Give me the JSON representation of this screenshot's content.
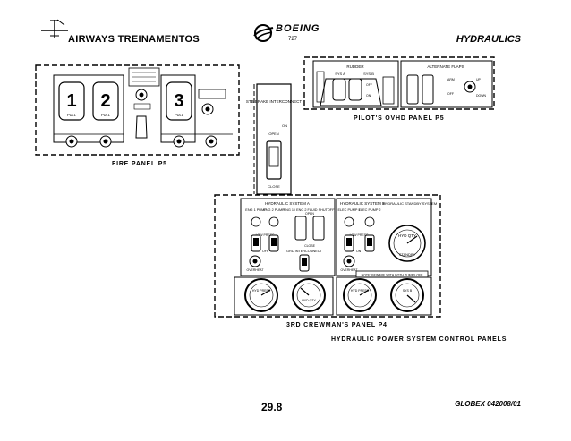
{
  "header": {
    "brand": "AIRWAYS TREINAMENTOS",
    "logo_word": "BOEING",
    "logo_model": "727",
    "section": "HYDRAULICS"
  },
  "diagram": {
    "fire_panel_caption": "FIRE PANEL P5",
    "pilots_panel_caption": "PILOT'S OVHD PANEL P5",
    "crewman_panel_caption": "3RD CREWMAN'S PANEL P4",
    "controls_caption": "HYDRAULIC POWER SYSTEM CONTROL PANELS",
    "fire_panel": {
      "handle_numbers": [
        "1",
        "2",
        "3"
      ],
      "small_labels": [
        "PULL",
        "PULL",
        "PULL"
      ]
    },
    "rudder": {
      "title": "RUDDER",
      "sys_a": "SYS A",
      "sys_b": "SYS B",
      "off": "OFF",
      "on": "ON"
    },
    "alternate_flaps": {
      "title": "ALTERNATE FLAPS",
      "arm": "ARM",
      "off": "OFF",
      "up": "UP",
      "down": "DOWN"
    },
    "brake": {
      "title": "STB BRAKE INTERCONNECT",
      "on": "ON",
      "open": "OPEN",
      "close": "CLOSE"
    },
    "p4": {
      "sys_a_title": "HYDRAULIC SYSTEM A",
      "eng1": "ENG 1 PUMP",
      "eng2": "ENG 2 PUMP",
      "eng_fluid": "ENG 1 / ENG 2 FLUID SHUTOFF",
      "open": "OPEN",
      "close": "CLOSE",
      "low_press": "LOW PRESS",
      "off": "OFF",
      "on": "ON",
      "gnd": "GRD INTERCONNECT",
      "overheat": "OVERHEAT",
      "sys_b_title": "HYDRAULIC SYSTEM B",
      "elec1": "ELEC PUMP 1",
      "elec2": "ELEC PUMP 2",
      "standby_title": "HYDRAULIC STANDBY SYSTEM",
      "hyd_qty": "HYD QTY",
      "standby": "STANDBY",
      "note": "NOTE: BEWARE WITH BOTH PUMPS OFF",
      "gauges": [
        "HYD PRESS",
        "HYD QTY",
        "HYD PRESS",
        "SYS B"
      ]
    }
  },
  "footer": {
    "page_number": "29.8",
    "doc_code": "GLOBEX 042008/01"
  }
}
